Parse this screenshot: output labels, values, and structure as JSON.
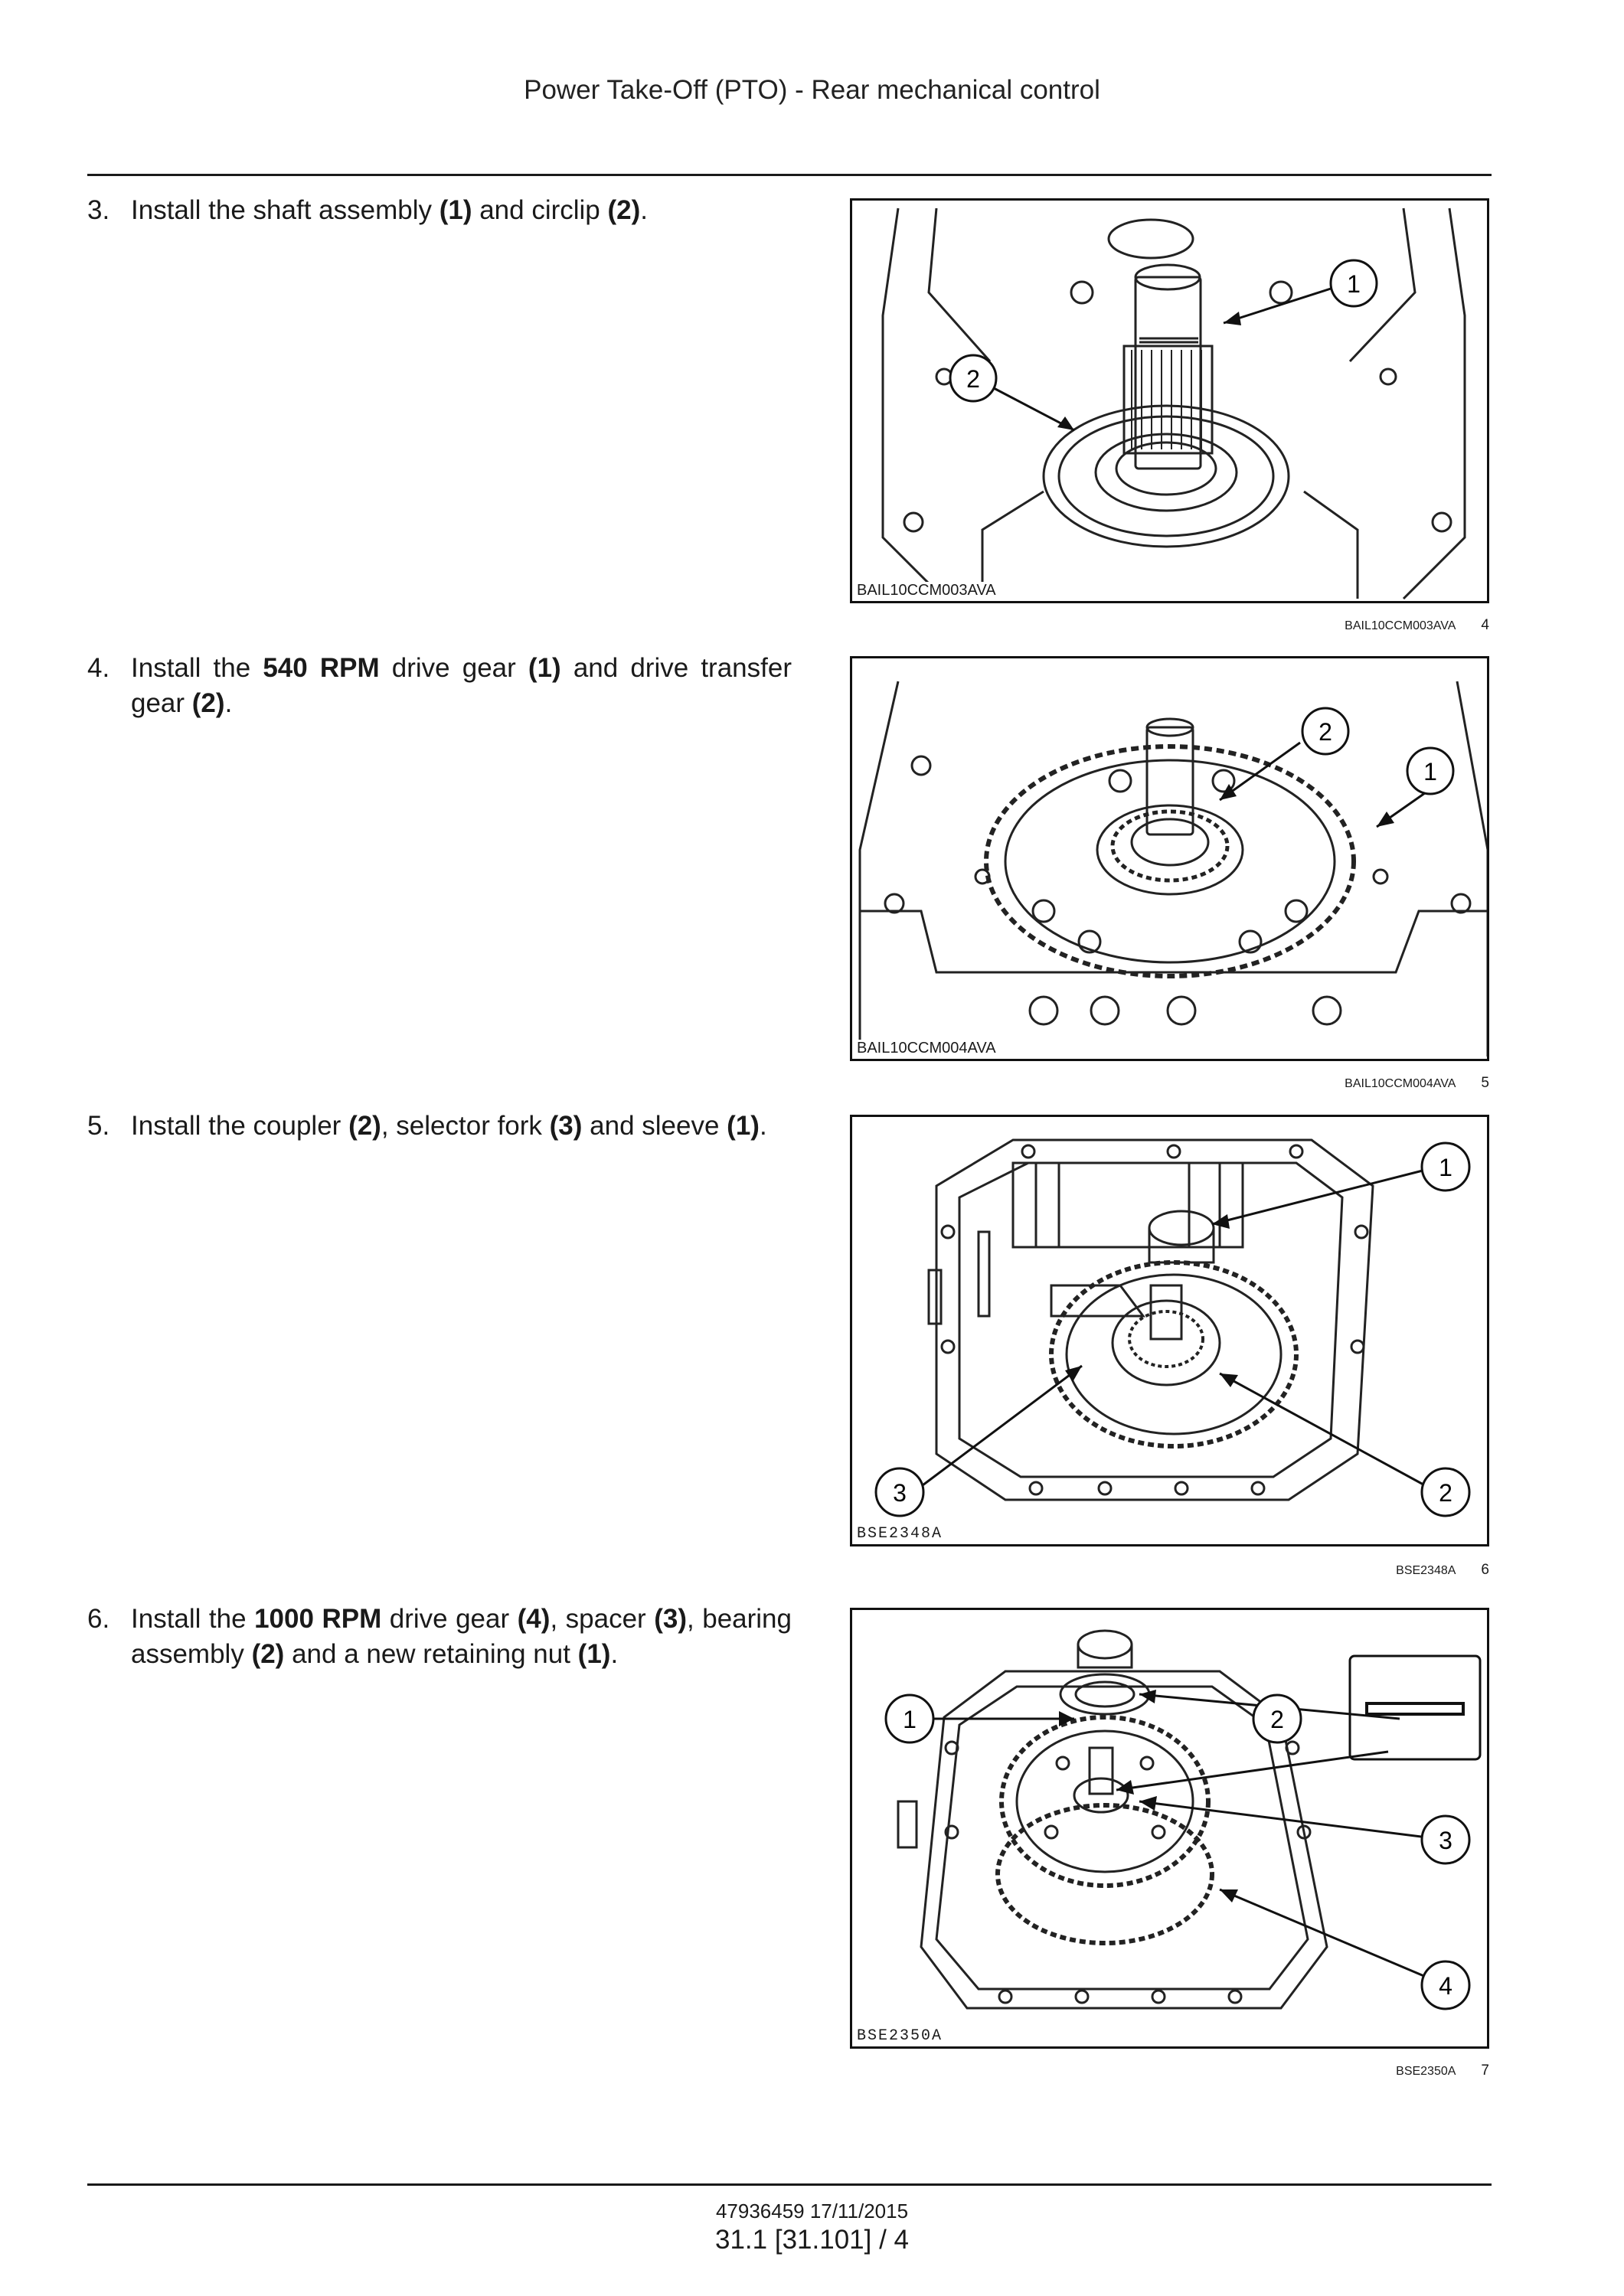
{
  "header": {
    "title": "Power Take-Off (PTO) - Rear mechanical control"
  },
  "steps": [
    {
      "num": "3.",
      "parts": [
        "Install the shaft assembly ",
        "(1)",
        " and circlip ",
        "(2)",
        "."
      ],
      "figure": {
        "code": "BAIL10CCM003AVA",
        "caption_code": "BAIL10CCM003AVA",
        "fig_num": "4",
        "callouts": [
          "1",
          "2"
        ]
      }
    },
    {
      "num": "4.",
      "parts": [
        "Install the ",
        "540 RPM",
        " drive gear ",
        "(1)",
        " and drive transfer gear ",
        "(2)",
        "."
      ],
      "figure": {
        "code": "BAIL10CCM004AVA",
        "caption_code": "BAIL10CCM004AVA",
        "fig_num": "5",
        "callouts": [
          "2",
          "1"
        ]
      }
    },
    {
      "num": "5.",
      "parts": [
        "Install the coupler ",
        "(2)",
        ", selector fork ",
        "(3)",
        " and sleeve ",
        "(1)",
        "."
      ],
      "figure": {
        "code": "BSE2348A",
        "caption_code": "BSE2348A",
        "fig_num": "6",
        "callouts": [
          "1",
          "3",
          "2"
        ]
      }
    },
    {
      "num": "6.",
      "parts": [
        "Install the ",
        "1000 RPM",
        " drive gear ",
        "(4)",
        ", spacer ",
        "(3)",
        ", bearing assembly ",
        "(2)",
        " and a new retaining nut ",
        "(1)",
        "."
      ],
      "figure": {
        "code": "BSE2350A",
        "caption_code": "BSE2350A",
        "fig_num": "7",
        "callouts": [
          "1",
          "2",
          "3",
          "4"
        ]
      }
    }
  ],
  "footer": {
    "doc_ref": "47936459 17/11/2015",
    "page": "31.1 [31.101] / 4"
  }
}
